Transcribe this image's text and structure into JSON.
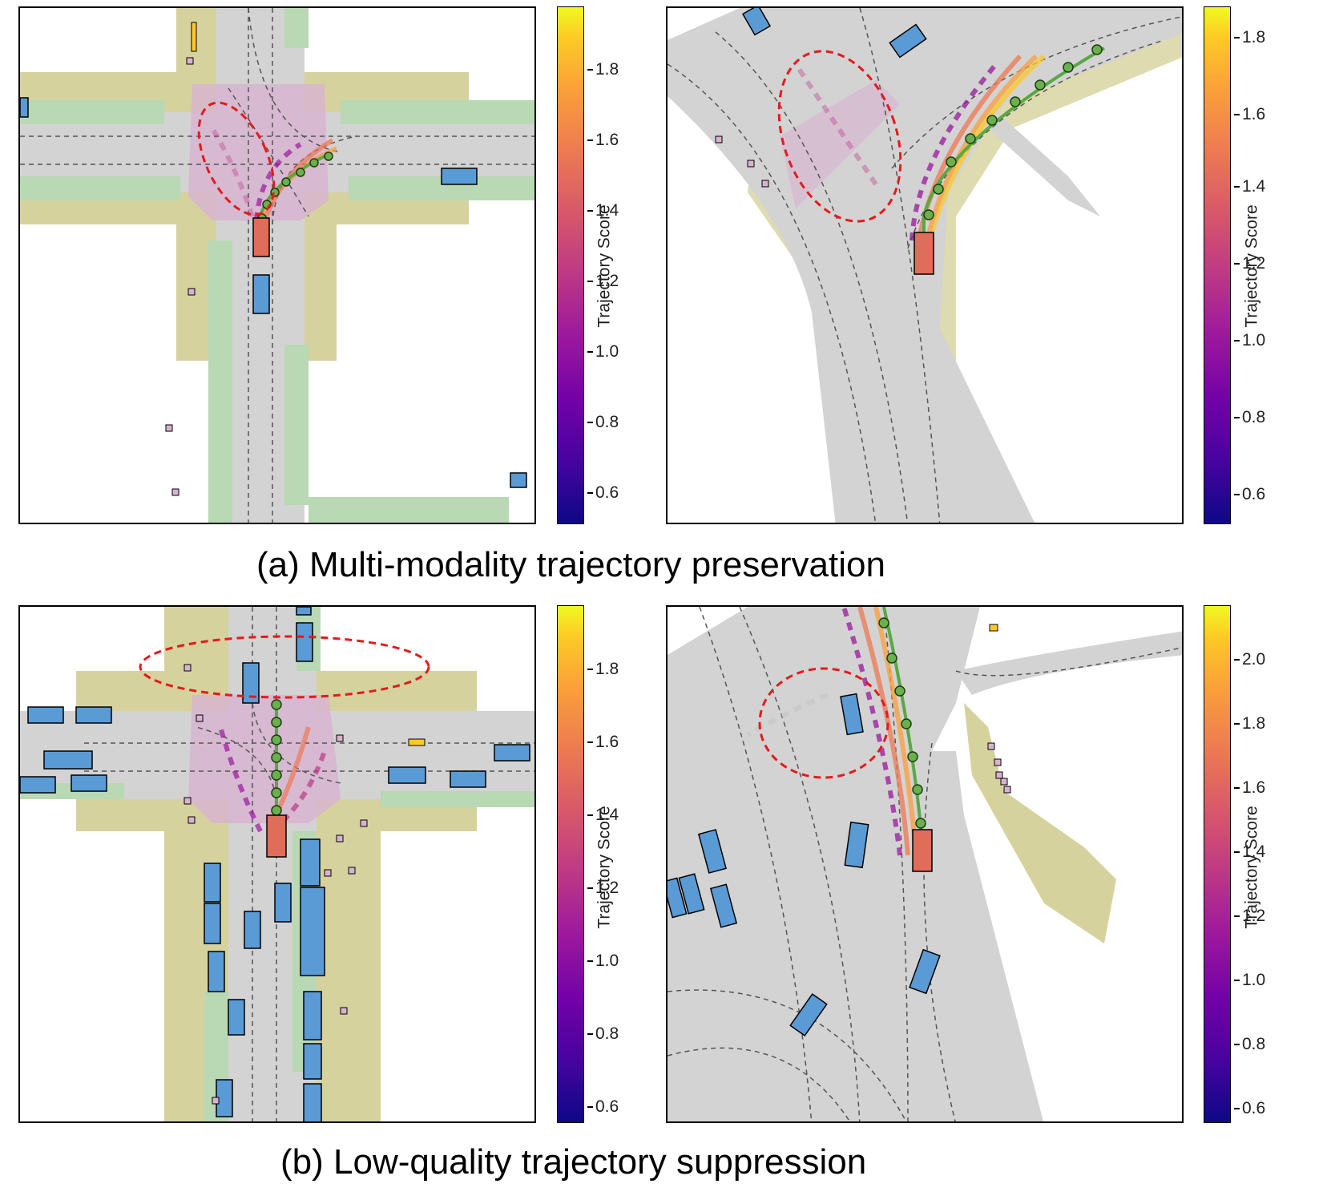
{
  "captions": {
    "a": "(a) Multi-modality trajectory preservation",
    "b": "(b) Low-quality trajectory suppression"
  },
  "colorbar_label": "Trajectory Score",
  "colorbars": {
    "a_left": [
      "0.6",
      "0.8",
      "1.0",
      "1.2",
      "1.4",
      "1.6",
      "1.8"
    ],
    "a_right": [
      "0.6",
      "0.8",
      "1.0",
      "1.2",
      "1.4",
      "1.6",
      "1.8"
    ],
    "b_left": [
      "0.6",
      "0.8",
      "1.0",
      "1.2",
      "1.4",
      "1.6",
      "1.8"
    ],
    "b_right": [
      "0.6",
      "0.8",
      "1.0",
      "1.2",
      "1.4",
      "1.6",
      "1.8",
      "2.0"
    ]
  },
  "colors": {
    "road": "#d3d3d3",
    "sidewalk": "#d6d29e",
    "crosswalk": "#b9d8b4",
    "intersection": "#d8b3d1",
    "agent_vehicle": "#5b9bd5",
    "ego_vehicle": "#e06c5a",
    "ego_path": "#5aa845",
    "waypoint": "#6ab04c",
    "highlight_ellipse": "#e41a1c"
  },
  "colormap": "plasma"
}
